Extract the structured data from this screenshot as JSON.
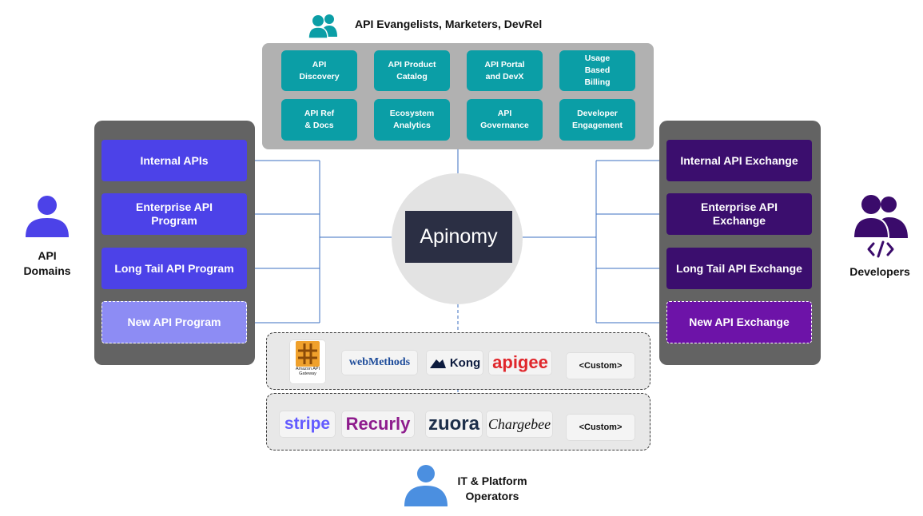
{
  "top": {
    "label": "API Evangelists, Marketers, DevRel",
    "tiles": [
      "API\nDiscovery",
      "API Product\nCatalog",
      "API Portal\nand DevX",
      "Usage\nBased\nBilling",
      "API Ref\n& Docs",
      "Ecosystem\nAnalytics",
      "API\nGovernance",
      "Developer\nEngagement"
    ]
  },
  "left": {
    "label": "API\nDomains",
    "programs": [
      "Internal APIs",
      "Enterprise API\nProgram",
      "Long Tail API Program",
      "New API Program"
    ]
  },
  "right": {
    "label": "Developers",
    "exchanges": [
      "Internal API Exchange",
      "Enterprise API\nExchange",
      "Long Tail API Exchange",
      "New API Exchange"
    ]
  },
  "center": {
    "name": "Apinomy"
  },
  "gateways": {
    "items": [
      "Amazon API\nGateway",
      "webMethods",
      "Kong",
      "apigee"
    ],
    "custom": "<Custom>"
  },
  "billing": {
    "items": [
      "stripe",
      "Recurly",
      "zuora",
      "Chargebee"
    ],
    "custom": "<Custom>"
  },
  "bottom": {
    "label": "IT & Platform\nOperators"
  },
  "colors": {
    "teal": "#0b9ea6",
    "program_blue": "#4c42e8",
    "program_blue_new": "#8d8cf4",
    "exchange_purple": "#3b0e6e",
    "exchange_purple_new": "#6d13a8",
    "person_blue": "#4b8fe0",
    "person_purple": "#3a0b6b",
    "center_dark": "#2b2f44"
  },
  "icons": [
    "people-icon",
    "person-icon",
    "people-icon",
    "code-icon",
    "person-icon",
    "amazon-api-gateway-logo",
    "kong-logo"
  ]
}
